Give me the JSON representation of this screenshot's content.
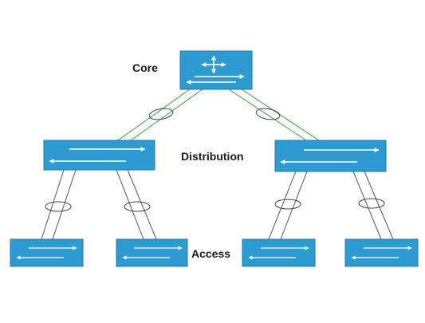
{
  "labels": {
    "core": "Core",
    "distribution": "Distribution",
    "access": "Access"
  },
  "colors": {
    "device_fill": "#2e9bd0",
    "device_border": "#1e7aab",
    "arrow": "#ffffff",
    "core_link": "#3aa23a",
    "access_link": "#555555",
    "bundle_ring": "#444444"
  },
  "icons": {
    "core_device": "multilayer-switch-icon",
    "distribution_device": "switch-icon",
    "access_device": "switch-icon"
  }
}
